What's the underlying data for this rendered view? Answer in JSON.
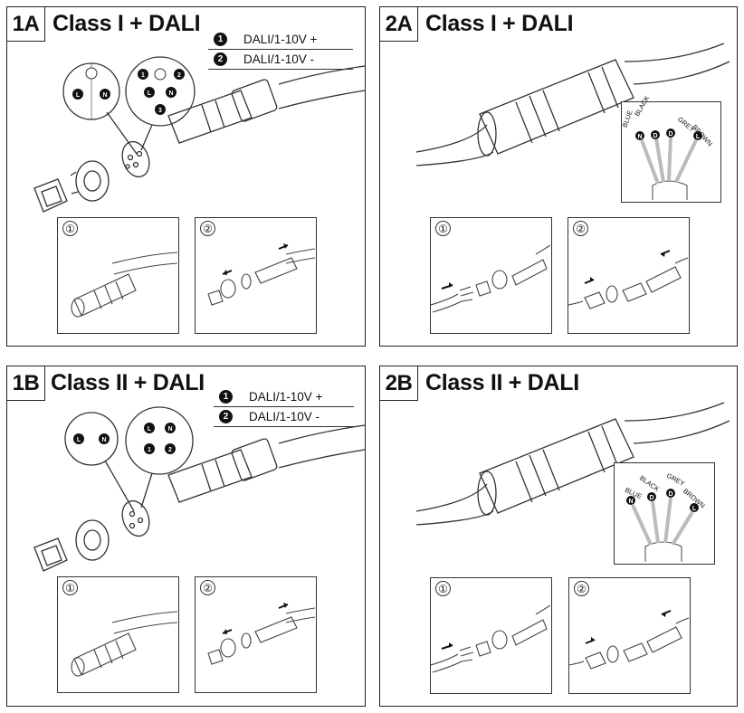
{
  "panels": {
    "p1a": {
      "tag": "1A",
      "title": "Class I + DALI",
      "legend": [
        {
          "num": "1",
          "text": "DALI/1-10V +"
        },
        {
          "num": "2",
          "text": "DALI/1-10V -"
        }
      ],
      "pins_left": [
        "L",
        "N"
      ],
      "pins_right": [
        "1",
        "2",
        "L",
        "N",
        "3"
      ],
      "steps": [
        "①",
        "②"
      ]
    },
    "p2a": {
      "tag": "2A",
      "title": "Class I + DALI",
      "wires": [
        "BLUE",
        "BLACK",
        "GREY",
        "BROWN"
      ],
      "wire_markers": [
        "N",
        "D",
        "D",
        "L"
      ],
      "steps": [
        "①",
        "②"
      ]
    },
    "p1b": {
      "tag": "1B",
      "title": "Class II + DALI",
      "legend": [
        {
          "num": "1",
          "text": "DALI/1-10V +"
        },
        {
          "num": "2",
          "text": "DALI/1-10V -"
        }
      ],
      "pins_left": [
        "L",
        "N"
      ],
      "pins_right": [
        "L",
        "N",
        "1",
        "2"
      ],
      "steps": [
        "①",
        "②"
      ]
    },
    "p2b": {
      "tag": "2B",
      "title": "Class II + DALI",
      "wires": [
        "BLUE",
        "BLACK",
        "GREY",
        "BROWN"
      ],
      "wire_markers": [
        "N",
        "D",
        "D",
        "L"
      ],
      "steps": [
        "①",
        "②"
      ]
    }
  }
}
